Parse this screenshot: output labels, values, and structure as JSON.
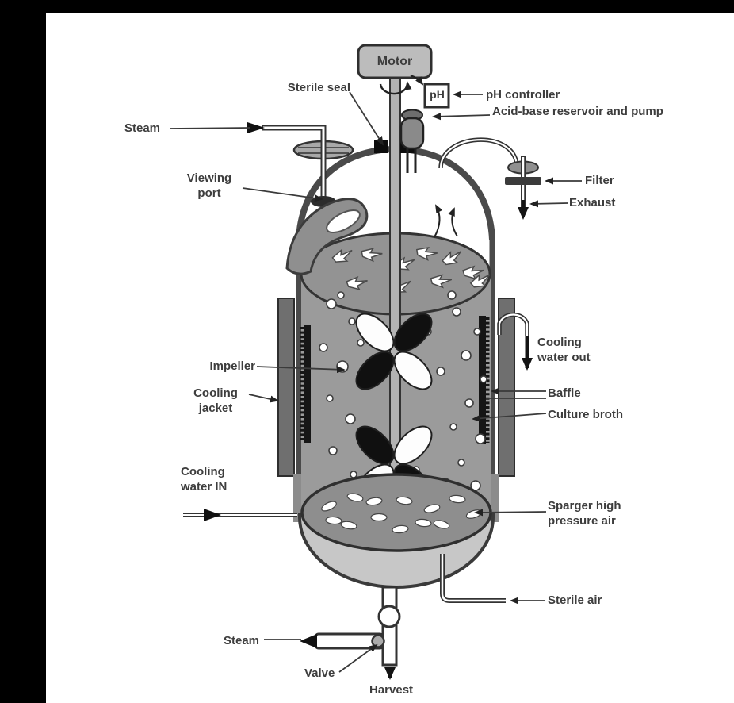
{
  "page": {
    "background": "#ffffff",
    "top_bar_color": "#000000",
    "left_bar_color": "#000000"
  },
  "diagram": {
    "type": "labeled-diagram",
    "subject": "Stirred-tank bioreactor (fermenter) schematic",
    "labels": {
      "motor": "Motor",
      "sterile_seal": "Sterile seal",
      "ph_symbol": "pH",
      "ph_controller": "pH controller",
      "acid_base_reservoir": "Acid-base reservoir and pump",
      "steam_top": "Steam",
      "viewing_port": "Viewing port",
      "filter": "Filter",
      "exhaust": "Exhaust",
      "cooling_water_out": "Cooling water out",
      "impeller": "Impeller",
      "cooling_jacket": "Cooling jacket",
      "baffle": "Baffle",
      "culture_broth": "Culture broth",
      "cooling_water_in": "Cooling water IN",
      "sparger": "Sparger high pressure air",
      "sterile_air": "Sterile air",
      "steam_bottom": "Steam",
      "valve": "Valve",
      "harvest": "Harvest"
    },
    "colors": {
      "ink": "#3d3d3d",
      "outline": "#333333",
      "broth": "#9b9b9b",
      "liquid_surface": "#939393",
      "sparger_plate": "#8e8e8e",
      "dish_bottom": "#c7c7c7",
      "motor_fill": "#bcbcbc",
      "cooling_jacket_bar": "#6f6f6f",
      "reservoir_fill": "#8a8a8a",
      "impeller_dark": "#101010",
      "impeller_light": "#fdfdfd"
    }
  }
}
